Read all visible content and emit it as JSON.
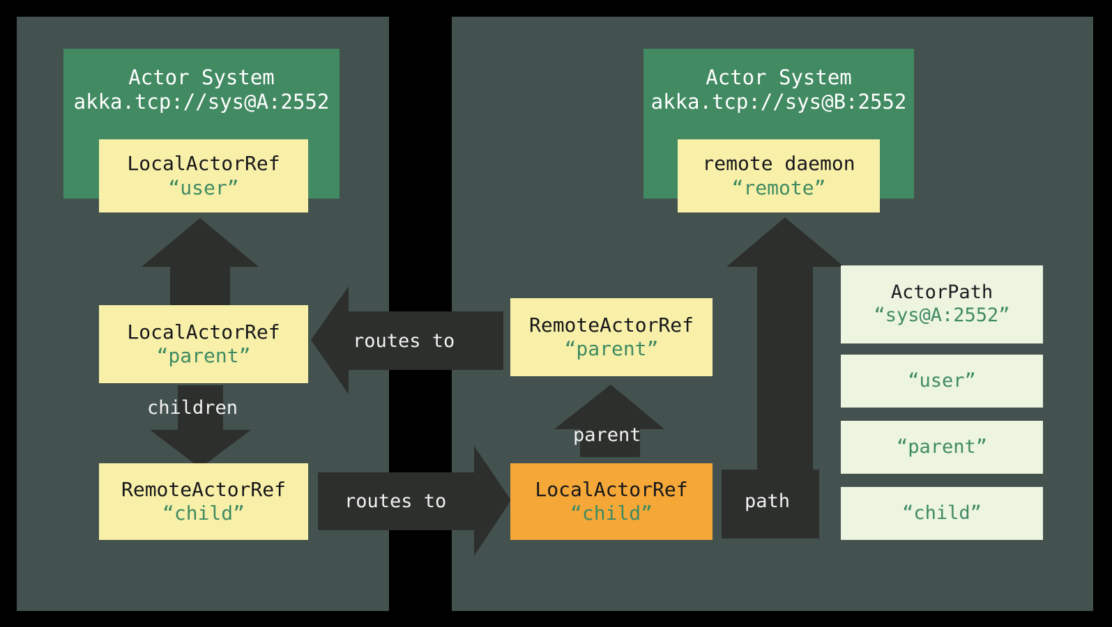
{
  "theme": {
    "background": "#000000",
    "panel": "#44524f",
    "system_green": "#418a62",
    "ref_yellow": "#f8f0a8",
    "ref_orange": "#f5a838",
    "path_mint": "#edf5e1",
    "arrow_dark": "#2c2f2c",
    "label_light": "#f2f2f2",
    "quote_green": "#3f8a62"
  },
  "left_panel": {
    "system": {
      "title": "Actor System",
      "address": "akka.tcp://sys@A:2552"
    },
    "refs": [
      {
        "type": "LocalActorRef",
        "name": "“user”"
      },
      {
        "type": "LocalActorRef",
        "name": "“parent”"
      },
      {
        "type": "RemoteActorRef",
        "name": "“child”"
      }
    ]
  },
  "right_panel": {
    "system": {
      "title": "Actor System",
      "address": "akka.tcp://sys@B:2552"
    },
    "refs": [
      {
        "type": "remote daemon",
        "name": "“remote”"
      },
      {
        "type": "RemoteActorRef",
        "name": "“parent”"
      },
      {
        "type": "LocalActorRef",
        "name": "“child”"
      }
    ],
    "actor_path": {
      "title": "ActorPath",
      "root": "“sys@A:2552”",
      "segments": [
        "“user”",
        "“parent”",
        "“child”"
      ]
    }
  },
  "arrows": {
    "user_up": "",
    "children_down": "children",
    "routes_to_left": "routes to",
    "routes_to_right": "routes to",
    "parent_up": "parent",
    "path_up": "path"
  }
}
